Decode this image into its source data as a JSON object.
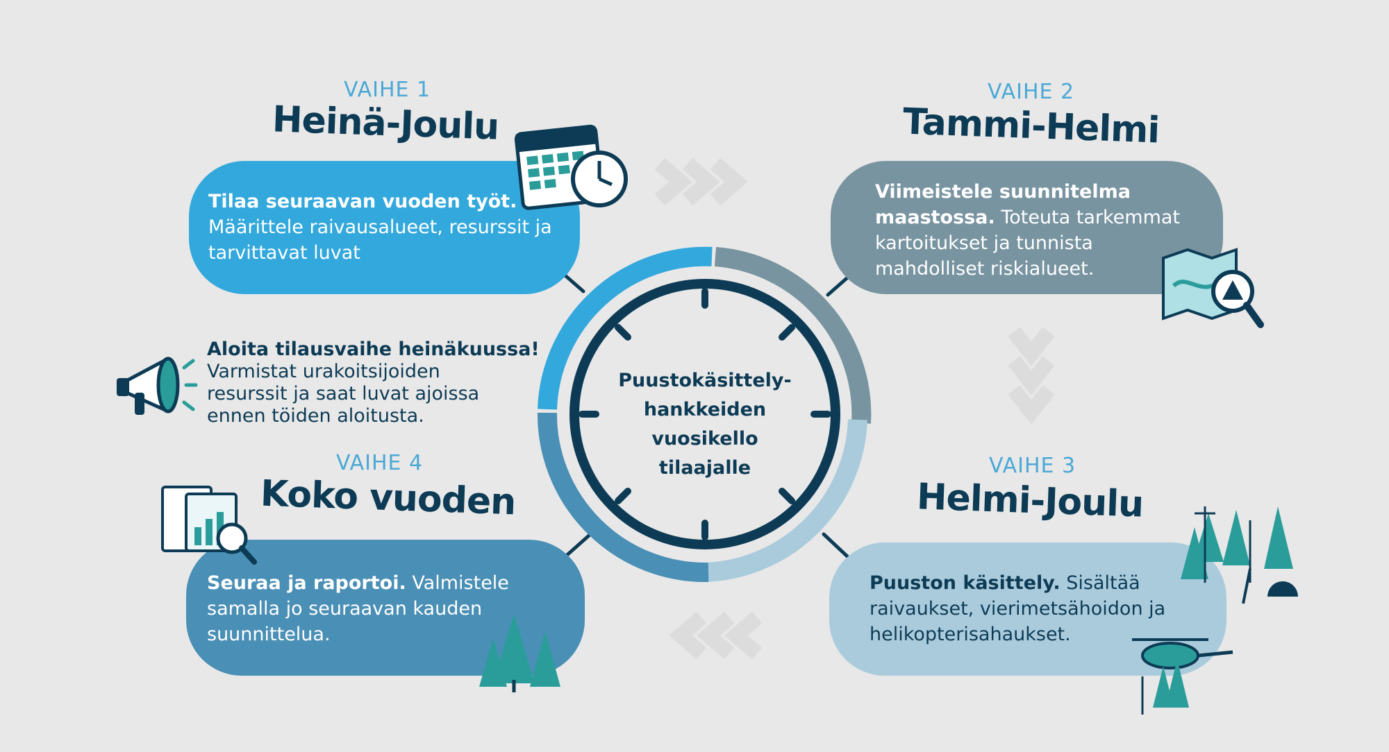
{
  "colors": {
    "background": "#e8e8e8",
    "navy": "#0d3b55",
    "phase1": "#33a8dc",
    "phase2": "#7894a0",
    "phase3": "#aacbdc",
    "phase4": "#4a8fb5",
    "phase_label_light": "#4aa8d6"
  },
  "center": {
    "lines": [
      "Puustokäsittely-",
      "hankkeiden",
      "vuosikello",
      "tilaajalle"
    ]
  },
  "phases": [
    {
      "label": "VAIHE 1",
      "title": "Heinä-Joulu",
      "bold": "Tilaa seuraavan vuoden työt.",
      "text": "Määrittele raivausalueet, resurssit ja tarvittavat luvat",
      "icon": "calendar-clock-icon"
    },
    {
      "label": "VAIHE 2",
      "title": "Tammi-Helmi",
      "bold": "Viimeistele suunnitelma maastossa.",
      "text": "Toteuta tarkemmat kartoitukset ja tunnista mahdolliset riskialueet.",
      "icon": "map-warning-icon"
    },
    {
      "label": "VAIHE 3",
      "title": "Helmi-Joulu",
      "bold": "Puuston käsittely.",
      "text": "Sisältää raivaukset, vierimetsähoidon ja helikopterisahaukset.",
      "icon": "forest-helicopter-icon"
    },
    {
      "label": "VAIHE 4",
      "title": "Koko vuoden",
      "bold": "Seuraa ja raportoi.",
      "text": "Valmistele samalla jo seuraavan kauden suunnittelua.",
      "icon": "report-chart-icon"
    }
  ],
  "note": {
    "bold": "Aloita tilausvaihe heinäkuussa!",
    "lines": [
      "Varmistat urakoitsijoiden",
      "resurssit ja saat luvat ajoissa",
      "ennen töiden aloitusta."
    ],
    "icon": "megaphone-icon"
  }
}
